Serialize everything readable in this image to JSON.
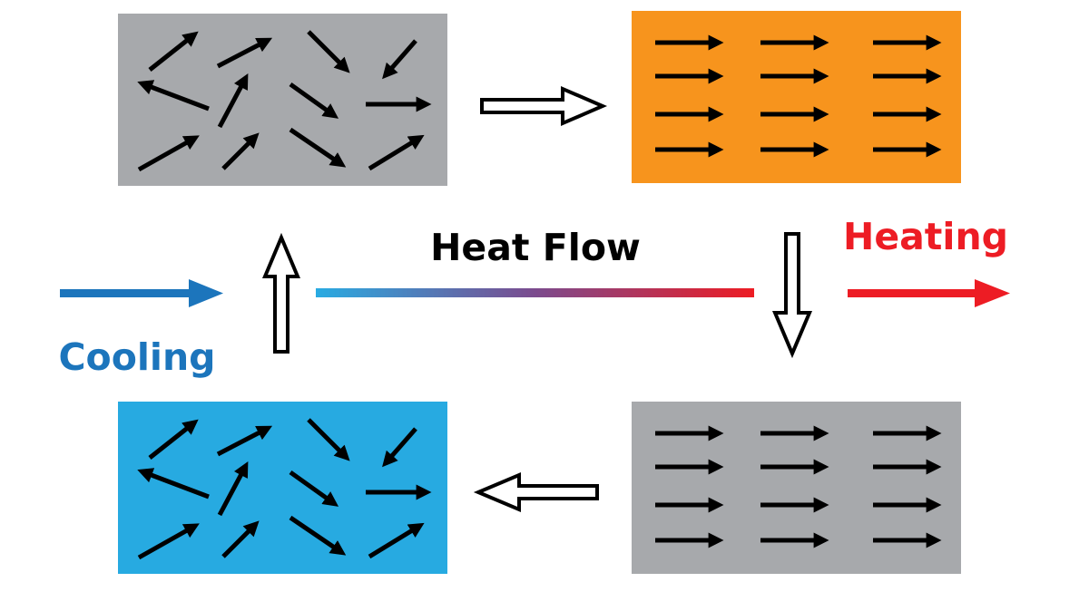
{
  "labels": {
    "heat_flow": "Heat Flow",
    "heating": "Heating",
    "cooling": "Cooling"
  },
  "colors": {
    "gray_panel": "#a7a9ac",
    "orange_panel": "#f7941d",
    "blue_panel": "#27aae1",
    "heating_red": "#ed1c24",
    "cooling_blue": "#1c75bc",
    "gradient_start": "#29abe2",
    "gradient_end": "#ed1c24",
    "spin_arrow": "#000000"
  },
  "panels": [
    {
      "id": "top-left",
      "fill": "gray",
      "spins": "disordered"
    },
    {
      "id": "top-right",
      "fill": "orange",
      "spins": "aligned"
    },
    {
      "id": "bottom-right",
      "fill": "gray",
      "spins": "aligned"
    },
    {
      "id": "bottom-left",
      "fill": "blue",
      "spins": "disordered"
    }
  ],
  "cycle_arrows": [
    "right",
    "down",
    "left",
    "up"
  ],
  "icons": [
    "spin-arrow-icon",
    "hollow-arrow-icon",
    "heating-arrow-icon",
    "cooling-arrow-icon"
  ]
}
